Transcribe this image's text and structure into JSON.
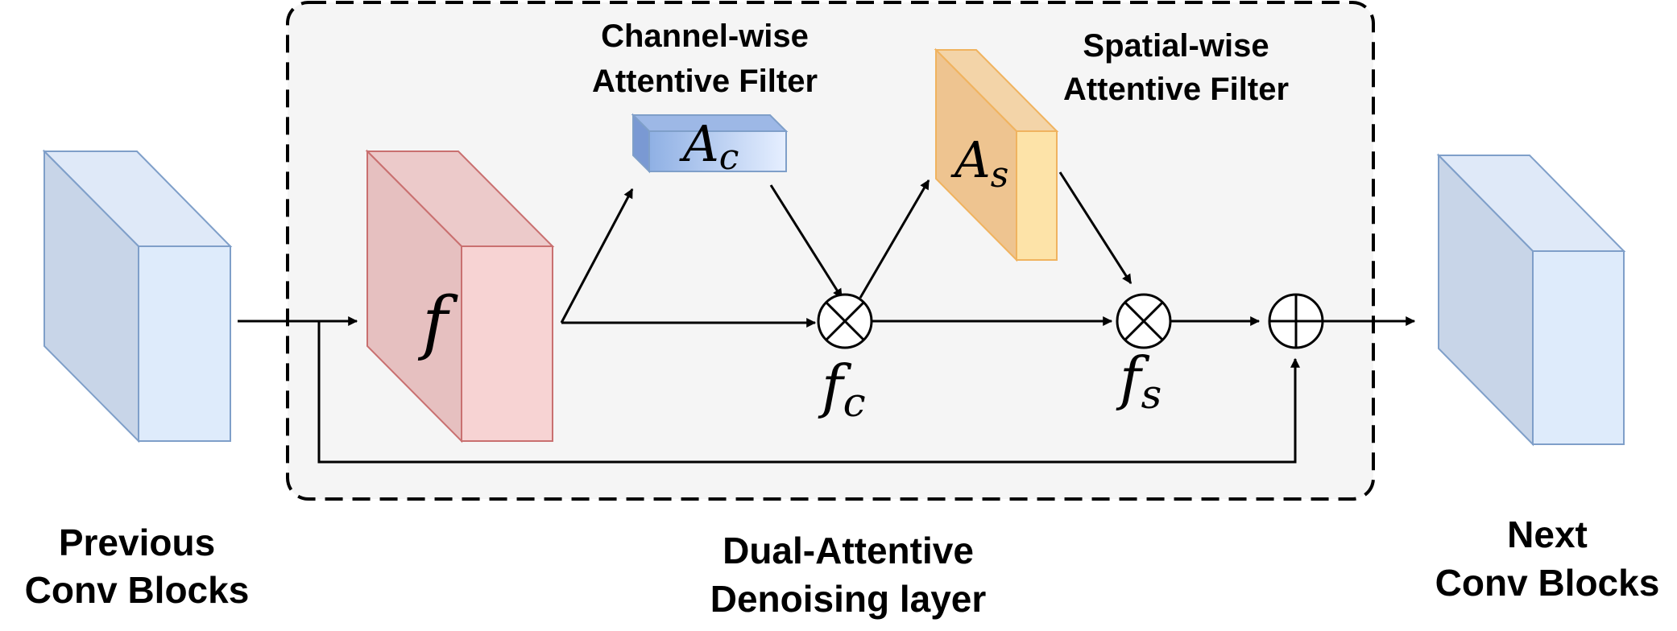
{
  "labels": {
    "previous_line1": "Previous",
    "previous_line2": "Conv Blocks",
    "next_line1": "Next",
    "next_line2": "Conv Blocks",
    "layer_line1": "Dual-Attentive",
    "layer_line2": "Denoising layer",
    "channel_line1": "Channel-wise",
    "channel_line2": "Attentive Filter",
    "spatial_line1": "Spatial-wise",
    "spatial_line2": "Attentive Filter"
  },
  "math": {
    "f": "f",
    "ac_base": "A",
    "ac_sub": "c",
    "as_base": "A",
    "as_sub": "s",
    "fc_base": "f",
    "fc_sub": "c",
    "fs_base": "f",
    "fs_sub": "s"
  },
  "icons": {
    "multiply": "circled-times-icon",
    "add": "circled-plus-icon"
  },
  "colors": {
    "blue_front": "#dce8f8",
    "blue_side": "#c7d6ea",
    "blue_stroke": "#7f9fc9",
    "red_front": "#f7d3d3",
    "red_side": "#e6c0c0",
    "red_stroke": "#c97070",
    "orange_front": "#fde3a8",
    "orange_side": "#f1c99a",
    "orange_stroke": "#f0b35f",
    "panel_fill": "#f5f5f5"
  }
}
